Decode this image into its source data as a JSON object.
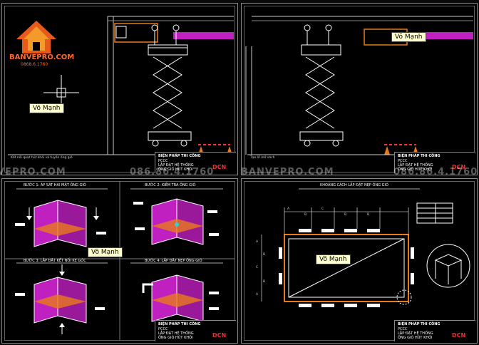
{
  "logo": {
    "brand": "BANVEPRO.COM",
    "phone": "0868.6.1760"
  },
  "tags": {
    "author": "Võ Mạnh"
  },
  "watermark": {
    "left": "VEPRO.COM",
    "phone": "086.86.4.1760",
    "right": "BANVEPRO.COM"
  },
  "panel_top_left": {
    "caption": "Kết nối quạt hút khói và tuyến ống gió",
    "title_block": {
      "line1": "BIỆN PHÁP THI CÔNG",
      "line2": "PCCC",
      "line3": "LẮP ĐẶT HỆ THỐNG",
      "line4": "ỐNG GIÓ HÚT KHÓI",
      "logo": "DCN"
    }
  },
  "panel_top_right": {
    "caption": "Tạo lỗ mở vách",
    "title_block": {
      "line1": "BIỆN PHÁP THI CÔNG",
      "line2": "PCCC",
      "line3": "LẮP ĐẶT HỆ THỐNG",
      "line4": "ỐNG GIÓ HÚT KHÓI",
      "logo": "DCN"
    }
  },
  "panel_bottom_left": {
    "steps": [
      {
        "title": "BƯỚC 1: ÁP SÁT HAI MẶT ỐNG GIÓ"
      },
      {
        "title": "BƯỚC 2: KIỂM TRA ỐNG GIÓ"
      },
      {
        "title": "BƯỚC 3: LẮP ĐẶT KẾT NỐI KE GÓC"
      },
      {
        "title": "BƯỚC 4: LẮP ĐẶT NẸP ỐNG GIÓ"
      }
    ],
    "title_block": {
      "line1": "BIỆN PHÁP THI CÔNG",
      "line2": "PCCC",
      "line3": "LẮP ĐẶT HỆ THỐNG",
      "line4": "ỐNG GIÓ HÚT KHÓI",
      "logo": "DCN"
    }
  },
  "panel_bottom_right": {
    "title": "KHOẢNG CÁCH LẮP ĐẶT NẸP ỐNG GIÓ",
    "dim_labels": {
      "a": "A",
      "b": "B",
      "c": "C"
    },
    "title_block": {
      "line1": "BIỆN PHÁP THI CÔNG",
      "line2": "PCCC",
      "line3": "LẮP ĐẶT HỆ THỐNG",
      "line4": "ỐNG GIÓ HÚT KHÓI",
      "logo": "DCN"
    }
  },
  "colors": {
    "accent_magenta": "#c020c0",
    "accent_orange": "#e87a1a",
    "logo_red": "#ff2a2a",
    "line_white": "#ffffff",
    "line_cyan": "#2fd0d0"
  }
}
